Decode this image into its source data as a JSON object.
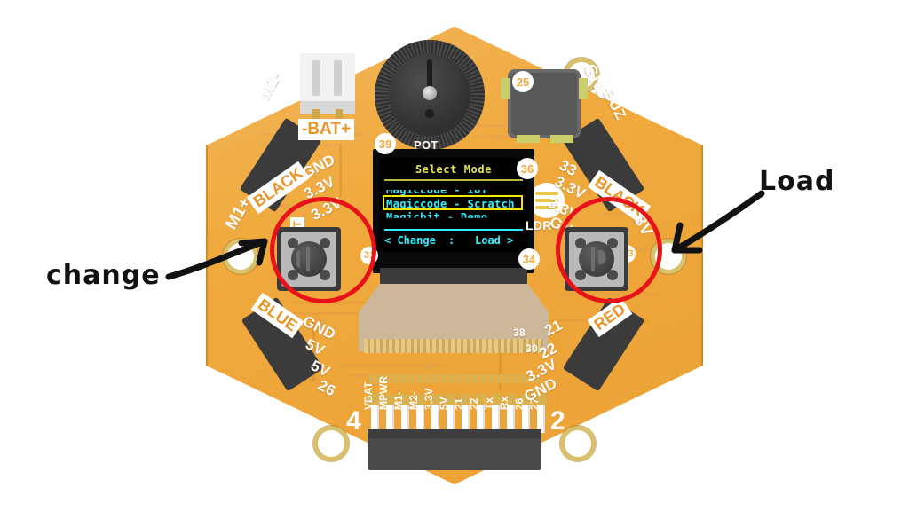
{
  "scene": {
    "background_color": "#ffffff",
    "subject": "Magicbit hexagonal development board photo with handwritten annotations"
  },
  "oled": {
    "title": "Select Mode",
    "items": [
      {
        "label": "Magiccode - IOT",
        "selected": false,
        "clipped": true
      },
      {
        "label": "Magiccode - Scratch",
        "selected": true,
        "clipped": false
      },
      {
        "label": "Magicbit - Demo",
        "selected": false,
        "clipped": false
      }
    ],
    "nav_left": "< Change",
    "nav_sep": ":",
    "nav_right": "Load >",
    "colors": {
      "title": "#e8e84a",
      "item": "#2ff0ff",
      "highlight_border": "#f4e600",
      "screen_bg": "#000000"
    }
  },
  "annotations": [
    {
      "id": "change",
      "text": "change",
      "target": "left-push-button"
    },
    {
      "id": "load",
      "text": "Load",
      "target": "right-push-button"
    }
  ],
  "board": {
    "color": "#f0a93c",
    "top_labels": [
      {
        "text": "M1-"
      },
      {
        "text": "-BAT+"
      },
      {
        "text": "POT"
      },
      {
        "text": "39"
      },
      {
        "text": "25"
      },
      {
        "text": "GND"
      },
      {
        "text": "BUZ"
      }
    ],
    "left_labels": [
      {
        "text": "BLACK"
      },
      {
        "text": "M1+"
      },
      {
        "text": "GND"
      },
      {
        "text": "3.3V"
      },
      {
        "text": "3.3V"
      },
      {
        "text": "PB LEFT"
      },
      {
        "text": "BLUE"
      },
      {
        "text": "GND"
      },
      {
        "text": "5V"
      },
      {
        "text": "5V"
      },
      {
        "text": "26"
      }
    ],
    "right_labels": [
      {
        "text": "GND"
      },
      {
        "text": "BUZ"
      },
      {
        "text": "33"
      },
      {
        "text": "3.3V"
      },
      {
        "text": "3.3V"
      },
      {
        "text": "GND"
      },
      {
        "text": "BLACK"
      },
      {
        "text": "3V"
      },
      {
        "text": "RED"
      },
      {
        "text": "LDR"
      },
      {
        "text": "21"
      },
      {
        "text": "22"
      },
      {
        "text": "3.3V"
      },
      {
        "text": "GND"
      },
      {
        "text": "27"
      }
    ],
    "circled_numbers": [
      "25",
      "39",
      "36",
      "34",
      "31",
      "3.3",
      "38",
      "30"
    ],
    "corner_digits": [
      "4",
      "2"
    ],
    "header_pins": [
      "VBAT",
      "MPWR",
      "M1-",
      "M2-",
      "3.3V",
      "5V",
      "21",
      "22",
      "Tx",
      "Rx",
      "26",
      "27"
    ]
  }
}
